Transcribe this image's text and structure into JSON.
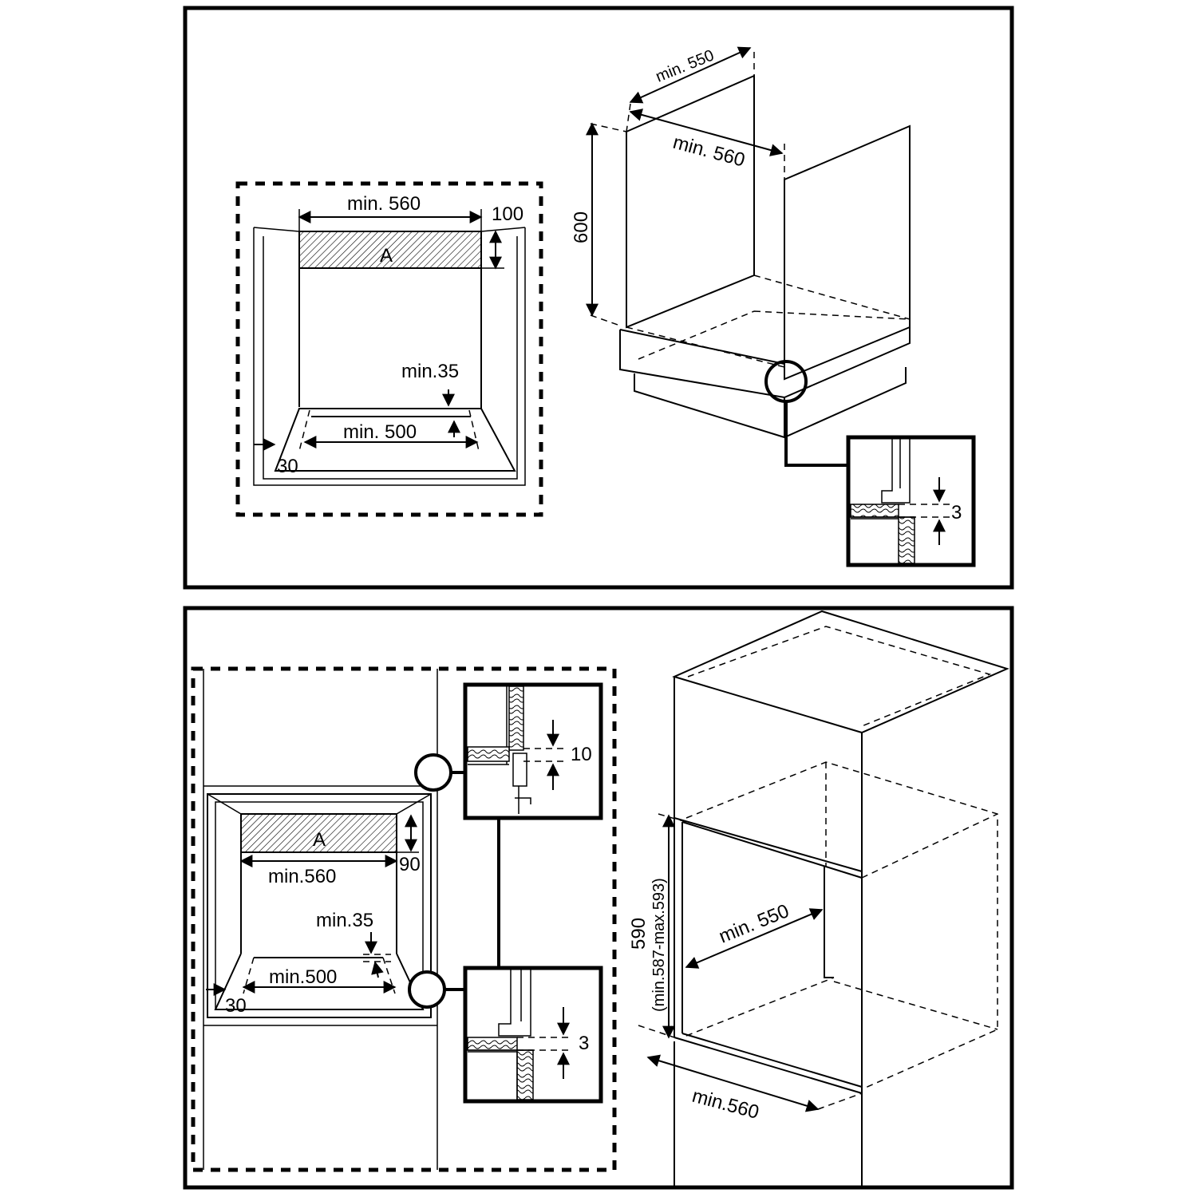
{
  "top": {
    "front": {
      "width_label": "min. 560",
      "gap_label": "100",
      "zone_label": "A",
      "vent_label": "min.35",
      "bottom_label": "min. 500",
      "side_label": "30"
    },
    "iso": {
      "depth_label": "min. 550",
      "width_label": "min. 560",
      "height_label": "600"
    },
    "detail": {
      "gap_label": "3"
    }
  },
  "bottom": {
    "front": {
      "zone_label": "A",
      "gap_label": "90",
      "width_label": "min.560",
      "vent_label": "min.35",
      "bottom_label": "min.500",
      "side_label": "30"
    },
    "detail_top": {
      "gap_label": "10"
    },
    "detail_bottom": {
      "gap_label": "3"
    },
    "iso": {
      "height_label": "590",
      "height_range_label": "(min.587-max.593)",
      "depth_label": "min. 550",
      "width_label": "min.560"
    }
  }
}
